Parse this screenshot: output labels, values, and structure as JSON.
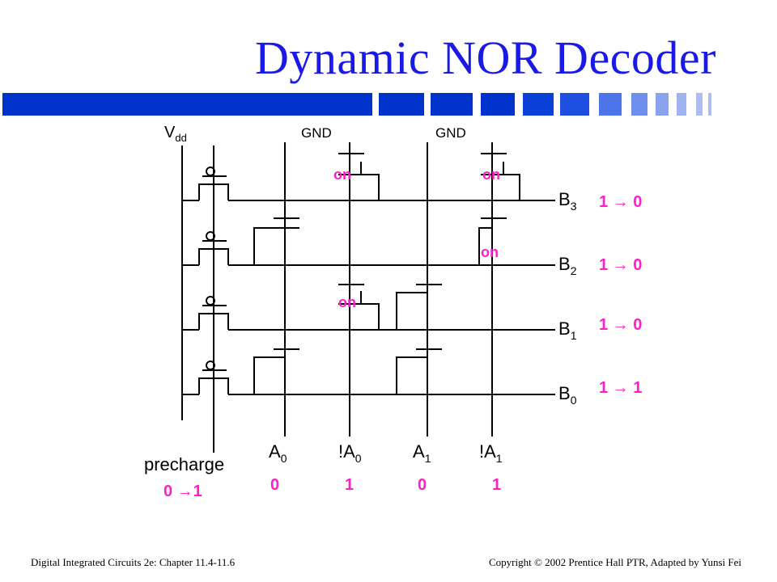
{
  "slide": {
    "title": "Dynamic NOR Decoder"
  },
  "colors": {
    "title": "#1a1ae6",
    "bar_dark": "#0033cc",
    "bar_light": "#aebcf2",
    "annotation": "#ff1fc8",
    "wire": "#000000"
  },
  "diagram": {
    "supply": {
      "vdd_main": "V",
      "vdd_sub": "dd",
      "gnd_left": "GND",
      "gnd_right": "GND"
    },
    "outputs": [
      {
        "main": "B",
        "sub": "3",
        "transition": "1 → 0"
      },
      {
        "main": "B",
        "sub": "2",
        "transition": "1 → 0"
      },
      {
        "main": "B",
        "sub": "1",
        "transition": "1 → 0"
      },
      {
        "main": "B",
        "sub": "0",
        "transition": "1 → 1"
      }
    ],
    "inputs": [
      {
        "main": "A",
        "sub": "0",
        "value": "0"
      },
      {
        "main": "!A",
        "sub": "0",
        "value": "1"
      },
      {
        "main": "A",
        "sub": "1",
        "value": "0"
      },
      {
        "main": "!A",
        "sub": "1",
        "value": "1"
      }
    ],
    "precharge": {
      "label": "precharge",
      "transition": "0 →1"
    },
    "on_label": "on"
  },
  "footer": {
    "left": "Digital Integrated Circuits 2e: Chapter 11.4-11.6",
    "right": "Copyright © 2002 Prentice Hall PTR, Adapted by Yunsi Fei"
  }
}
